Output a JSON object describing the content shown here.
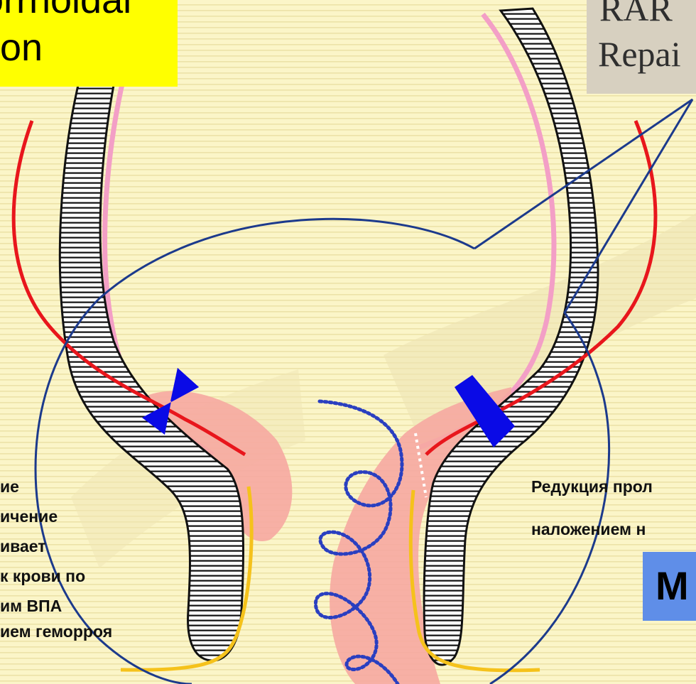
{
  "title_box": {
    "line1": "orrhoidal",
    "line2": "ion",
    "color": "#ffff00"
  },
  "rar_box": {
    "line1": "RAR",
    "line2": "Repai",
    "color": "#d7d0c0"
  },
  "left_text": {
    "line1": "ие",
    "line2": "ичение",
    "line3": "ивает",
    "line4": "к крови  по",
    "line5": "им ВПА",
    "line6": "ием геморроя"
  },
  "right_text": {
    "line1": "Редукция прол",
    "line2": "наложением н"
  },
  "m_box": {
    "label": "М",
    "color": "#5f8ee8"
  },
  "colors": {
    "background": "#fbf5c8",
    "stripe": "#ece2a8",
    "artery": "#e8161c",
    "mucosa_line": "#f39fc6",
    "tissue_fill": "#f6a9a1",
    "ligature": "#0a0ae6",
    "suture": "#2a3fc0",
    "outline_circle": "#1c3a8c",
    "dentate_line": "#f5c21b"
  }
}
